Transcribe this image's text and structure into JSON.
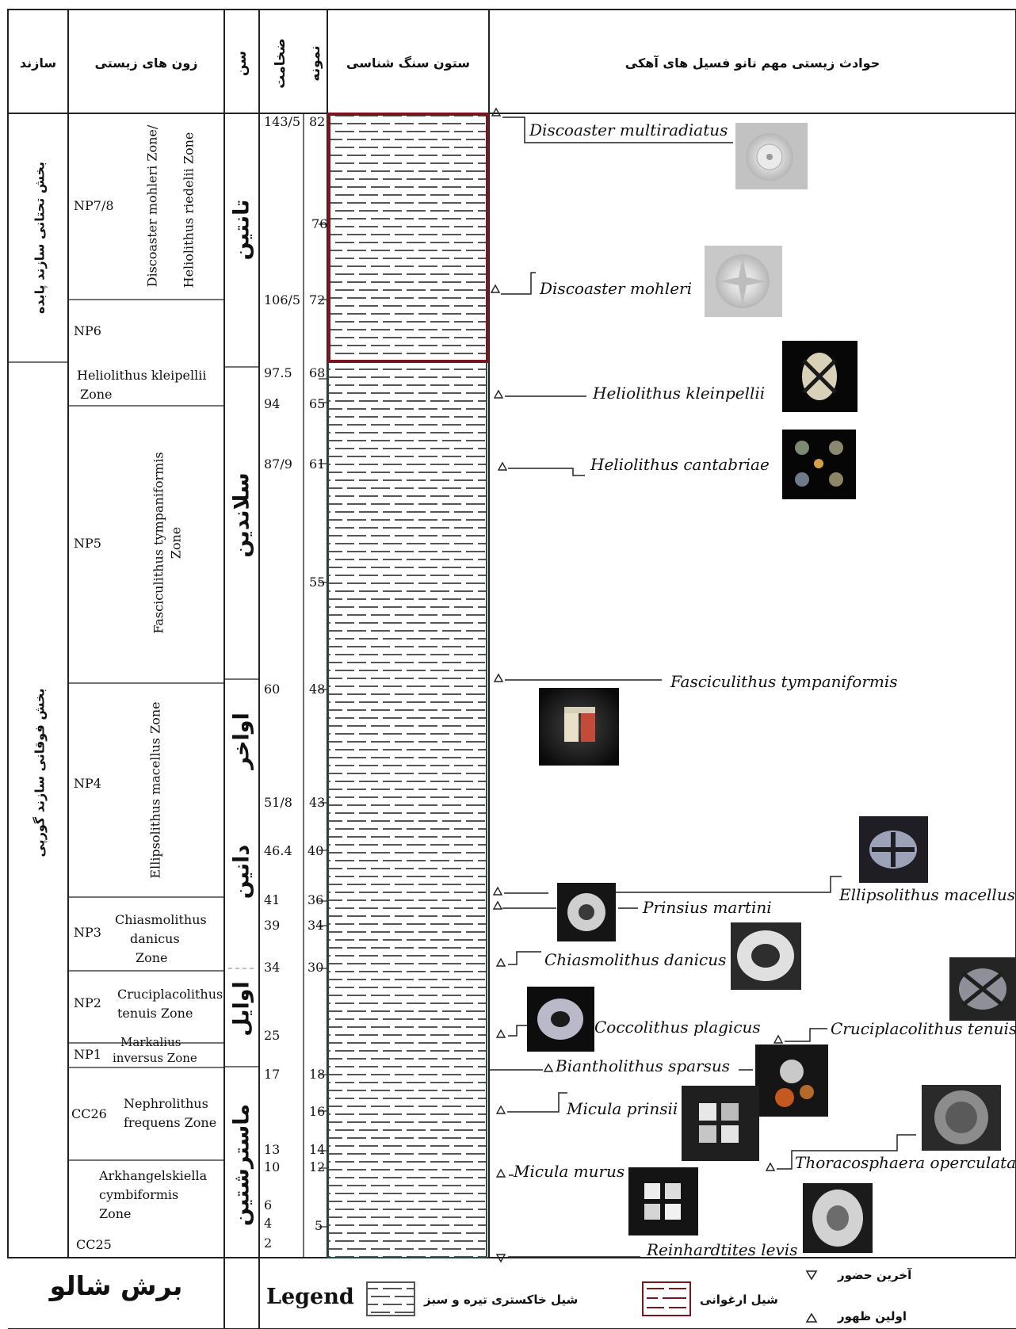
{
  "headers": {
    "formation": "سازند",
    "biozones": "زون های زیستی",
    "age": "سن",
    "thickness": "ضخامت",
    "sample": "نمونه",
    "lithology": "ستون سنگ شناسی",
    "events": "حوادث زیستی مهم نانو فسیل های آهکی"
  },
  "formations": {
    "upper": "بخش تحتانی سازند پابده",
    "lower": "بخش فوقانی سازند گورپی"
  },
  "ages": {
    "thanetian": "تانتین",
    "selandian": "سلاندین",
    "late": "اواخر",
    "danian": "دانین",
    "early": "اوایل",
    "maastrichtian": "ماسترشتین"
  },
  "zones": {
    "np78_code": "NP7/8",
    "np78_name_a": "Discoaster mohleri Zone/",
    "np78_name_b": "Heliolithus riedelii Zone",
    "np6_code": "NP6",
    "kleip_line1": "Heliolithus kleipellii",
    "kleip_line2": "Zone",
    "np5_code": "NP5",
    "np5_name_a": "Fasciculithus tympaniformis",
    "np5_name_b": "Zone",
    "np4_code": "NP4",
    "np4_name": "Ellipsolithus macellus Zone",
    "np3_code": "NP3",
    "np3_l1": "Chiasmolithus",
    "np3_l2": "danicus",
    "np3_l3": "Zone",
    "np2_code": "NP2",
    "np2_l1": "Cruciplacolithus",
    "np2_l2": "tenuis Zone",
    "np1_code": "NP1",
    "np1_l1": "Markalius",
    "np1_l2": "inversus Zone",
    "cc26_code": "CC26",
    "cc26_l1": "Nephrolithus",
    "cc26_l2": "frequens Zone",
    "cc25_l1": "Arkhangelskiella",
    "cc25_l2": "cymbiformis",
    "cc25_l3": "Zone",
    "cc25_code": "CC25"
  },
  "thickness": {
    "t1": "143/5",
    "t2": "106/5",
    "t3": "97.5",
    "t4": "94",
    "t5": "87/9",
    "t6": "60",
    "t7": "51/8",
    "t8": "46.4",
    "t9": "41",
    "t10": "39",
    "t11": "34",
    "t12": "25",
    "t13": "17",
    "t14": "13",
    "t15": "10",
    "t16": "6",
    "t17": "4",
    "t18": "2"
  },
  "samples": {
    "s1": "82",
    "s2": "76",
    "s3": "72",
    "s4": "68",
    "s5": "65",
    "s6": "61",
    "s7": "55",
    "s8": "48",
    "s9": "43",
    "s10": "40",
    "s11": "36",
    "s12": "34",
    "s13": "30",
    "s14": "18",
    "s15": "16",
    "s16": "14",
    "s17": "12",
    "s18": "5"
  },
  "species": {
    "multiradiatus": "Discoaster multiradiatus",
    "mohleri": "Discoaster mohleri",
    "kleinpellii": "Heliolithus kleinpellii",
    "cantabriae": "Heliolithus cantabriae",
    "tympaniformis": "Fasciculithus tympaniformis",
    "macellus": "Ellipsolithus macellus",
    "martini": "Prinsius martini",
    "danicus": "Chiasmolithus danicus",
    "plagicus": "Coccolithus plagicus",
    "tenuis": "Cruciplacolithus tenuis",
    "sparsus": "Biantholithus sparsus",
    "prinsii": "Micula prinsii",
    "operculata": "Thoracosphaera operculata",
    "murus": "Micula murus",
    "levis": "Reinhardtites levis"
  },
  "footer": {
    "section": "برش شالو",
    "legend": "Legend",
    "grey_shale": "شیل خاکستری تیره و سبز",
    "purple_shale": "شیل ارغوانی",
    "last_occurrence": "آخرین حضور",
    "first_occurrence": "اولین ظهور"
  },
  "colors": {
    "purple_box": "#7a1622",
    "green_box": "#2c4a44",
    "line": "#222222"
  },
  "icons": {
    "first": "triangle-up",
    "last": "triangle-down"
  }
}
